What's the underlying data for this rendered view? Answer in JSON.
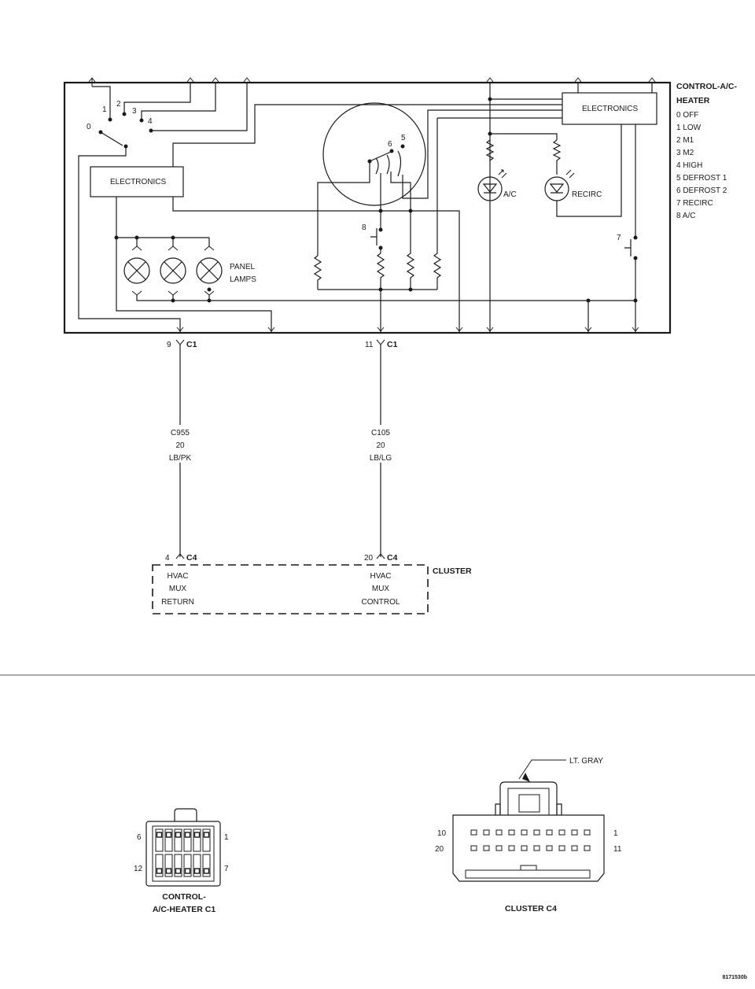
{
  "module": {
    "title_line1": "CONTROL-A/C-",
    "title_line2": "HEATER",
    "legend": [
      "0 OFF",
      "1 LOW",
      "2 M1",
      "3 M2",
      "4 HIGH",
      "5 DEFROST 1",
      "6 DEFROST 2",
      "7 RECIRC",
      "8 A/C"
    ],
    "electronics_left": "ELECTRONICS",
    "electronics_right": "ELECTRONICS",
    "blower_switch_positions": [
      "0",
      "1",
      "2",
      "3",
      "4"
    ],
    "mode_switch_positions": [
      "6",
      "5"
    ],
    "ac_switch_label": "8",
    "recirc_switch_label": "7",
    "panel_lamps_line1": "PANEL",
    "panel_lamps_line2": "LAMPS",
    "led_ac": "A/C",
    "led_recirc": "RECIRC"
  },
  "circuits": [
    {
      "pin_top": "9",
      "connector_top": "C1",
      "circuit": "C955",
      "gauge": "20",
      "color": "LB/PK",
      "pin_bottom": "4",
      "connector_bottom": "C4",
      "function": [
        "HVAC",
        "MUX",
        "RETURN"
      ]
    },
    {
      "pin_top": "11",
      "connector_top": "C1",
      "circuit": "C105",
      "gauge": "20",
      "color": "LB/LG",
      "pin_bottom": "20",
      "connector_bottom": "C4",
      "function": [
        "HVAC",
        "MUX",
        "CONTROL"
      ]
    }
  ],
  "cluster_label": "CLUSTER",
  "connector_c1": {
    "title_line1": "CONTROL-",
    "title_line2": "A/C-HEATER C1",
    "pin_labels": {
      "top_left": "6",
      "top_right": "1",
      "bottom_left": "12",
      "bottom_right": "7"
    }
  },
  "connector_c4": {
    "title": "CLUSTER C4",
    "color_callout": "LT. GRAY",
    "pin_labels": {
      "top_left": "10",
      "top_right": "1",
      "bottom_left": "20",
      "bottom_right": "11"
    }
  },
  "figure_id": "8171530b"
}
